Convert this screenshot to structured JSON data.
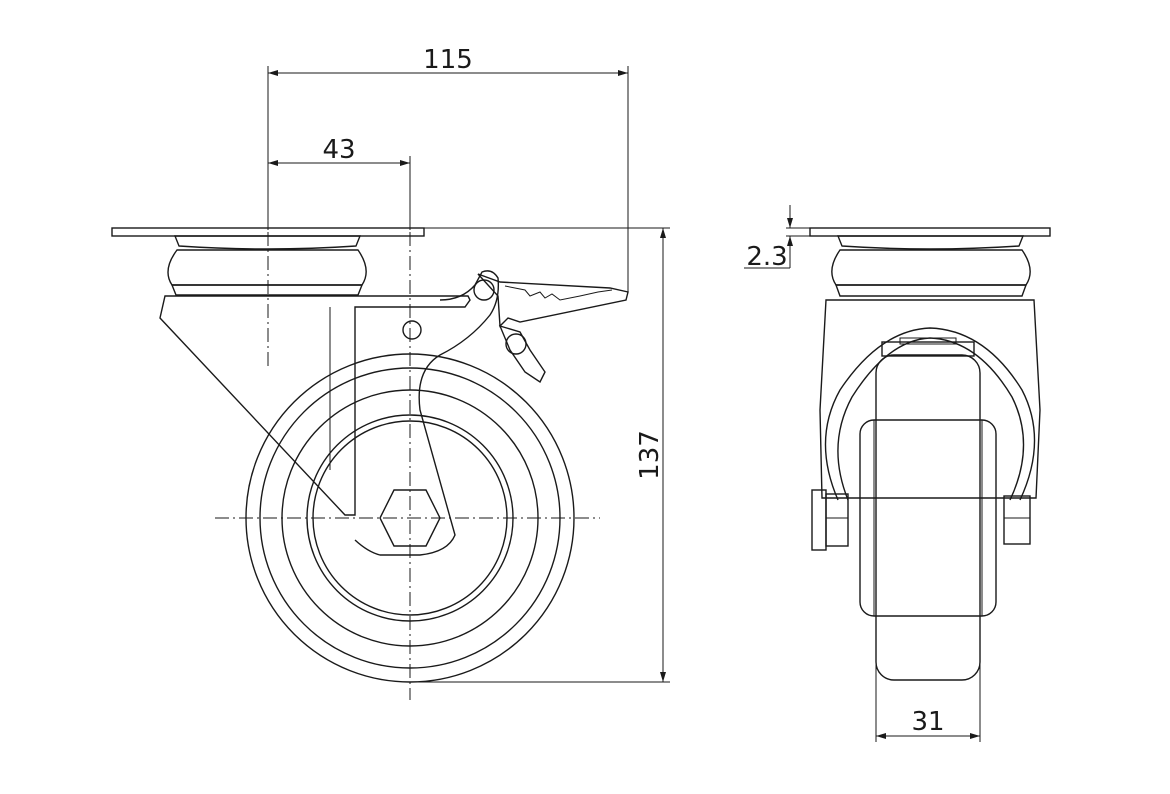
{
  "drawing": {
    "views": [
      "side-view",
      "front-view"
    ],
    "dimensions": {
      "overall_length": "115",
      "swivel_offset": "43",
      "overall_height": "137",
      "plate_thickness": "2.3",
      "wheel_width": "31"
    }
  }
}
